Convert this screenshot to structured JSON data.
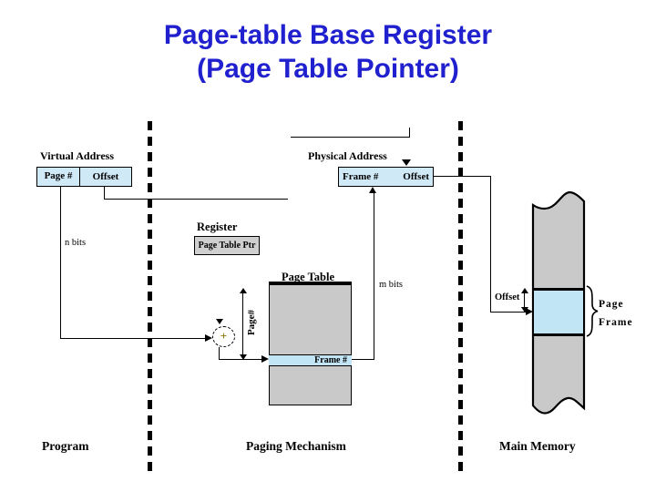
{
  "title": {
    "line1": "Page-table Base Register",
    "line2": "(Page Table Pointer)"
  },
  "colors": {
    "title_blue": "#2020cf",
    "address_box_blue": "#cfe9f7",
    "frame_blue": "#c2e5f5",
    "table_gray": "#c9c9c9"
  },
  "virtual_address": {
    "label": "Virtual Address",
    "page_field": "Page #",
    "offset_field": "Offset",
    "bits": "n bits"
  },
  "register": {
    "label": "Register",
    "value": "Page Table Ptr"
  },
  "physical_address": {
    "label": "Physical Address",
    "frame_field": "Frame #",
    "offset_field": "Offset",
    "bits": "m bits"
  },
  "page_table": {
    "label": "Page Table",
    "entry": "Frame #",
    "index": "Page#"
  },
  "adder": {
    "symbol": "+"
  },
  "main_memory": {
    "offset": "Offset",
    "page_frame_line1": "Page",
    "page_frame_line2": "Frame"
  },
  "footer": {
    "program": "Program",
    "paging": "Paging Mechanism",
    "memory": "Main Memory"
  }
}
